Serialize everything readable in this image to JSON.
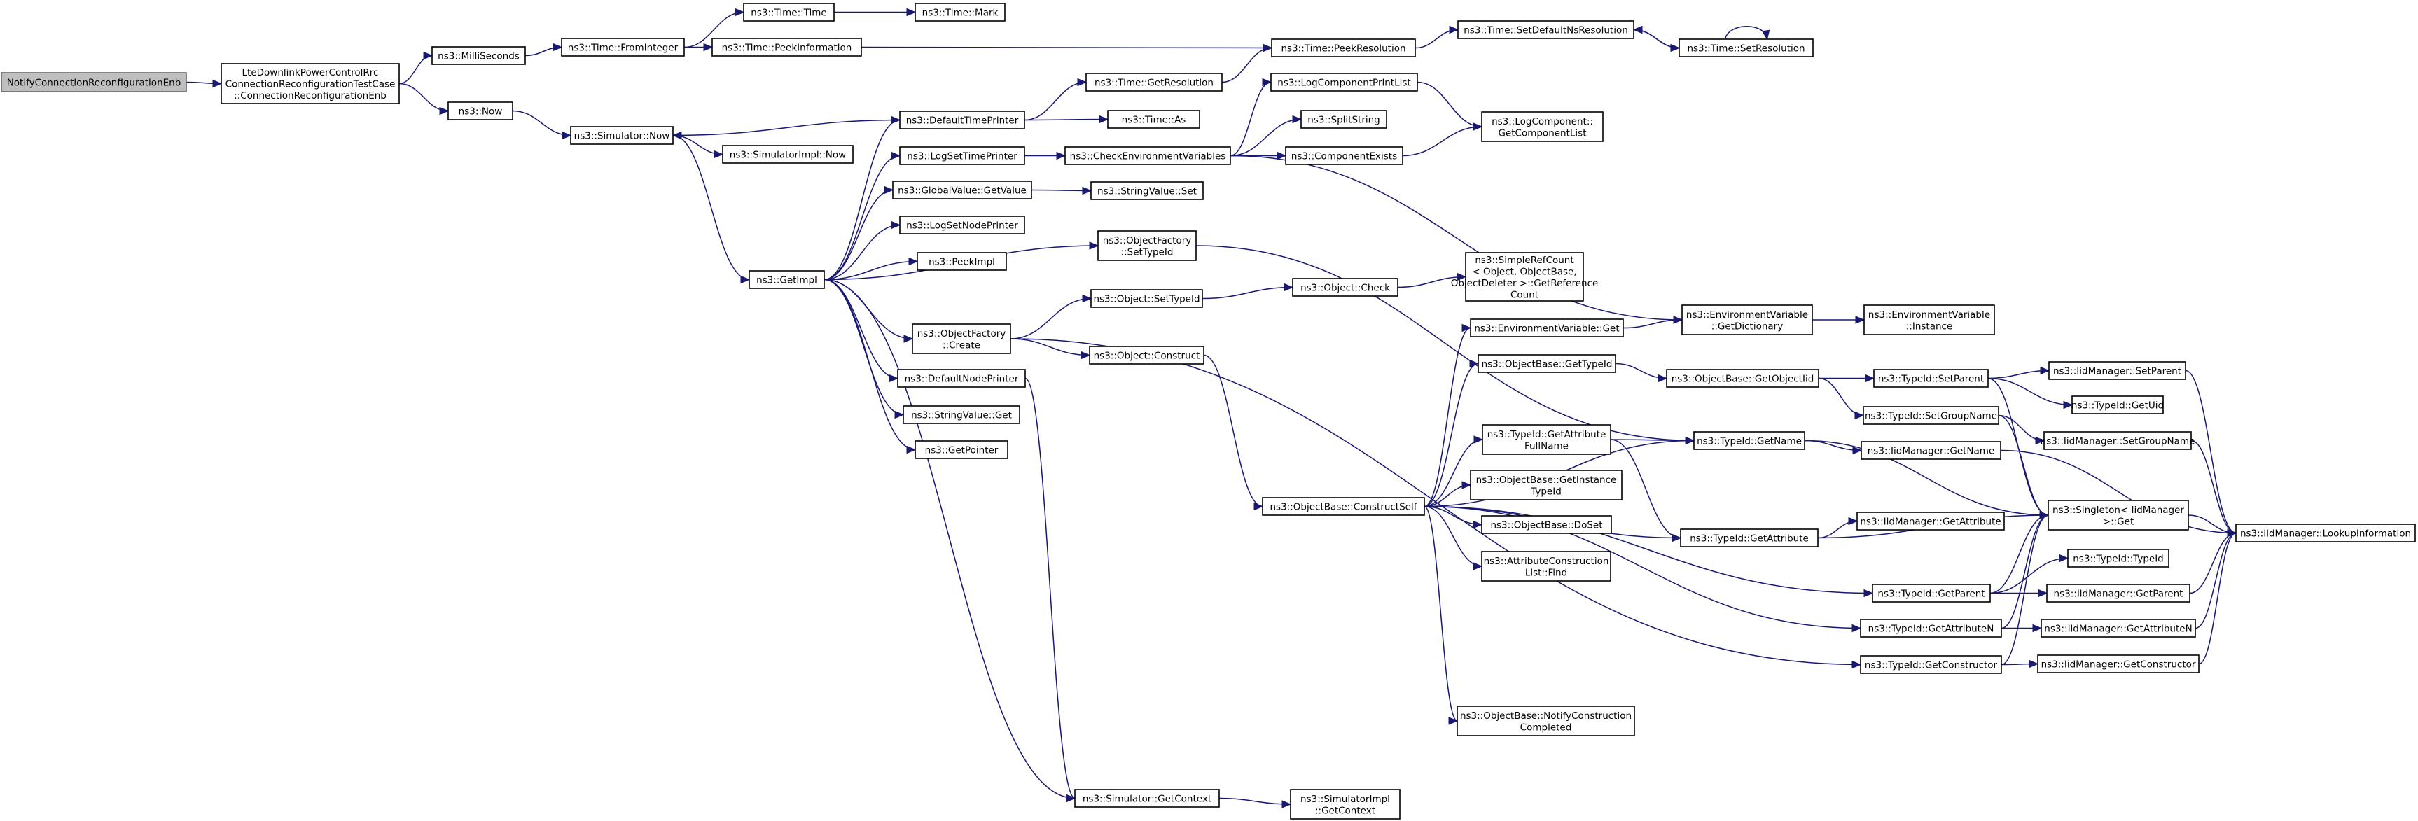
{
  "diagram": {
    "nodes": [
      {
        "id": "n0",
        "root": true,
        "lines": [
          "NotifyConnectionReconfigurationEnb"
        ]
      },
      {
        "id": "n1",
        "lines": [
          "LteDownlinkPowerControlRrc",
          "ConnectionReconfigurationTestCase",
          "::ConnectionReconfigurationEnb"
        ]
      },
      {
        "id": "n2",
        "lines": [
          "ns3::MilliSeconds"
        ]
      },
      {
        "id": "n3",
        "lines": [
          "ns3::Now"
        ]
      },
      {
        "id": "n4",
        "lines": [
          "ns3::Time::FromInteger"
        ]
      },
      {
        "id": "n5",
        "lines": [
          "ns3::Simulator::Now"
        ]
      },
      {
        "id": "n6",
        "lines": [
          "ns3::Time::Time"
        ]
      },
      {
        "id": "n7",
        "lines": [
          "ns3::Time::PeekInformation"
        ]
      },
      {
        "id": "n8",
        "lines": [
          "ns3::Time::Mark"
        ]
      },
      {
        "id": "n9",
        "lines": [
          "ns3::Time::PeekResolution"
        ]
      },
      {
        "id": "n10",
        "lines": [
          "ns3::Time::SetDefaultNsResolution"
        ]
      },
      {
        "id": "n11",
        "lines": [
          "ns3::Time::SetResolution"
        ]
      },
      {
        "id": "n12",
        "lines": [
          "ns3::GetImpl"
        ]
      },
      {
        "id": "n13",
        "lines": [
          "ns3::SimulatorImpl::Now"
        ]
      },
      {
        "id": "n14",
        "lines": [
          "ns3::DefaultTimePrinter"
        ]
      },
      {
        "id": "n15",
        "lines": [
          "ns3::LogSetTimePrinter"
        ]
      },
      {
        "id": "n16",
        "lines": [
          "ns3::GlobalValue::GetValue"
        ]
      },
      {
        "id": "n17",
        "lines": [
          "ns3::LogSetNodePrinter"
        ]
      },
      {
        "id": "n18",
        "lines": [
          "ns3::PeekImpl"
        ]
      },
      {
        "id": "n19",
        "lines": [
          "ns3::ObjectFactory",
          "::Create"
        ]
      },
      {
        "id": "n20",
        "lines": [
          "ns3::DefaultNodePrinter"
        ]
      },
      {
        "id": "n21",
        "lines": [
          "ns3::StringValue::Get"
        ]
      },
      {
        "id": "n22",
        "lines": [
          "ns3::GetPointer"
        ]
      },
      {
        "id": "n23",
        "lines": [
          "ns3::Simulator::GetContext"
        ]
      },
      {
        "id": "n24",
        "lines": [
          "ns3::Time::GetResolution"
        ]
      },
      {
        "id": "n25",
        "lines": [
          "ns3::Time::As"
        ]
      },
      {
        "id": "n26",
        "lines": [
          "ns3::CheckEnvironmentVariables"
        ]
      },
      {
        "id": "n27",
        "lines": [
          "ns3::StringValue::Set"
        ]
      },
      {
        "id": "n28",
        "lines": [
          "ns3::ObjectFactory",
          "::SetTypeId"
        ]
      },
      {
        "id": "n29",
        "lines": [
          "ns3::Object::SetTypeId"
        ]
      },
      {
        "id": "n30",
        "lines": [
          "ns3::Object::Construct"
        ]
      },
      {
        "id": "n31",
        "lines": [
          "ns3::SimulatorImpl",
          "::GetContext"
        ]
      },
      {
        "id": "n32",
        "lines": [
          "ns3::LogComponentPrintList"
        ]
      },
      {
        "id": "n33",
        "lines": [
          "ns3::SplitString"
        ]
      },
      {
        "id": "n34",
        "lines": [
          "ns3::ComponentExists"
        ]
      },
      {
        "id": "n35",
        "lines": [
          "ns3::LogComponent::",
          "GetComponentList"
        ]
      },
      {
        "id": "n36",
        "lines": [
          "ns3::Object::Check"
        ]
      },
      {
        "id": "n37",
        "lines": [
          "ns3::SimpleRefCount",
          "< Object, ObjectBase,",
          " ObjectDeleter >::GetReference",
          "Count"
        ]
      },
      {
        "id": "n38",
        "lines": [
          "ns3::ObjectBase::ConstructSelf"
        ]
      },
      {
        "id": "n39",
        "lines": [
          "ns3::EnvironmentVariable::Get"
        ]
      },
      {
        "id": "n40",
        "lines": [
          "ns3::ObjectBase::GetTypeId"
        ]
      },
      {
        "id": "n41",
        "lines": [
          "ns3::TypeId::GetAttribute",
          "FullName"
        ]
      },
      {
        "id": "n42",
        "lines": [
          "ns3::ObjectBase::GetInstance",
          "TypeId"
        ]
      },
      {
        "id": "n43",
        "lines": [
          "ns3::ObjectBase::DoSet"
        ]
      },
      {
        "id": "n44",
        "lines": [
          "ns3::AttributeConstruction",
          "List::Find"
        ]
      },
      {
        "id": "n45",
        "lines": [
          "ns3::ObjectBase::NotifyConstruction",
          "Completed"
        ]
      },
      {
        "id": "n46",
        "lines": [
          "ns3::EnvironmentVariable",
          "::GetDictionary"
        ]
      },
      {
        "id": "n47",
        "lines": [
          "ns3::ObjectBase::GetObjectIid"
        ]
      },
      {
        "id": "n48",
        "lines": [
          "ns3::TypeId::GetName"
        ]
      },
      {
        "id": "n49",
        "lines": [
          "ns3::TypeId::GetAttribute"
        ]
      },
      {
        "id": "n50",
        "lines": [
          "ns3::EnvironmentVariable",
          "::Instance"
        ]
      },
      {
        "id": "n51",
        "lines": [
          "ns3::TypeId::SetParent"
        ]
      },
      {
        "id": "n52",
        "lines": [
          "ns3::TypeId::SetGroupName"
        ]
      },
      {
        "id": "n53",
        "lines": [
          "ns3::IidManager::GetName"
        ]
      },
      {
        "id": "n54",
        "lines": [
          "ns3::IidManager::GetAttribute"
        ]
      },
      {
        "id": "n55",
        "lines": [
          "ns3::TypeId::GetParent"
        ]
      },
      {
        "id": "n56",
        "lines": [
          "ns3::TypeId::GetAttributeN"
        ]
      },
      {
        "id": "n57",
        "lines": [
          "ns3::TypeId::GetConstructor"
        ]
      },
      {
        "id": "n58",
        "lines": [
          "ns3::IidManager::SetParent"
        ]
      },
      {
        "id": "n59",
        "lines": [
          "ns3::TypeId::GetUid"
        ]
      },
      {
        "id": "n60",
        "lines": [
          "ns3::IidManager::SetGroupName"
        ]
      },
      {
        "id": "n61",
        "lines": [
          "ns3::Singleton< IidManager",
          " >::Get"
        ]
      },
      {
        "id": "n62",
        "lines": [
          "ns3::TypeId::TypeId"
        ]
      },
      {
        "id": "n63",
        "lines": [
          "ns3::IidManager::GetParent"
        ]
      },
      {
        "id": "n64",
        "lines": [
          "ns3::IidManager::GetAttributeN"
        ]
      },
      {
        "id": "n65",
        "lines": [
          "ns3::IidManager::GetConstructor"
        ]
      },
      {
        "id": "n66",
        "lines": [
          "ns3::IidManager::LookupInformation"
        ]
      }
    ],
    "edges": [
      [
        "n0",
        "n1"
      ],
      [
        "n1",
        "n2"
      ],
      [
        "n1",
        "n3"
      ],
      [
        "n2",
        "n4"
      ],
      [
        "n3",
        "n5"
      ],
      [
        "n4",
        "n6"
      ],
      [
        "n4",
        "n7"
      ],
      [
        "n6",
        "n8"
      ],
      [
        "n7",
        "n9"
      ],
      [
        "n9",
        "n10"
      ],
      [
        "n10",
        "n11"
      ],
      [
        "n11",
        "n10"
      ],
      [
        "n11",
        "n11"
      ],
      [
        "n5",
        "n12"
      ],
      [
        "n5",
        "n13"
      ],
      [
        "n14",
        "n5"
      ],
      [
        "n12",
        "n14"
      ],
      [
        "n12",
        "n15"
      ],
      [
        "n12",
        "n16"
      ],
      [
        "n12",
        "n17"
      ],
      [
        "n12",
        "n18"
      ],
      [
        "n12",
        "n28"
      ],
      [
        "n12",
        "n19"
      ],
      [
        "n12",
        "n20"
      ],
      [
        "n12",
        "n21"
      ],
      [
        "n12",
        "n22"
      ],
      [
        "n12",
        "n23"
      ],
      [
        "n14",
        "n24"
      ],
      [
        "n14",
        "n25"
      ],
      [
        "n24",
        "n9"
      ],
      [
        "n15",
        "n26"
      ],
      [
        "n16",
        "n27"
      ],
      [
        "n26",
        "n32"
      ],
      [
        "n26",
        "n33"
      ],
      [
        "n26",
        "n34"
      ],
      [
        "n26",
        "n46"
      ],
      [
        "n32",
        "n35"
      ],
      [
        "n34",
        "n35"
      ],
      [
        "n28",
        "n48"
      ],
      [
        "n19",
        "n29"
      ],
      [
        "n19",
        "n30"
      ],
      [
        "n19",
        "n57"
      ],
      [
        "n20",
        "n23"
      ],
      [
        "n23",
        "n31"
      ],
      [
        "n29",
        "n36"
      ],
      [
        "n36",
        "n37"
      ],
      [
        "n30",
        "n38"
      ],
      [
        "n38",
        "n39"
      ],
      [
        "n38",
        "n40"
      ],
      [
        "n38",
        "n41"
      ],
      [
        "n38",
        "n42"
      ],
      [
        "n38",
        "n43"
      ],
      [
        "n38",
        "n44"
      ],
      [
        "n38",
        "n45"
      ],
      [
        "n38",
        "n48"
      ],
      [
        "n38",
        "n49"
      ],
      [
        "n38",
        "n55"
      ],
      [
        "n38",
        "n56"
      ],
      [
        "n39",
        "n46"
      ],
      [
        "n46",
        "n50"
      ],
      [
        "n40",
        "n47"
      ],
      [
        "n47",
        "n51"
      ],
      [
        "n47",
        "n52"
      ],
      [
        "n41",
        "n48"
      ],
      [
        "n41",
        "n49"
      ],
      [
        "n48",
        "n53"
      ],
      [
        "n48",
        "n61"
      ],
      [
        "n49",
        "n54"
      ],
      [
        "n49",
        "n61"
      ],
      [
        "n51",
        "n58"
      ],
      [
        "n51",
        "n59"
      ],
      [
        "n51",
        "n61"
      ],
      [
        "n52",
        "n60"
      ],
      [
        "n52",
        "n61"
      ],
      [
        "n53",
        "n66"
      ],
      [
        "n58",
        "n66"
      ],
      [
        "n60",
        "n66"
      ],
      [
        "n55",
        "n62"
      ],
      [
        "n55",
        "n63"
      ],
      [
        "n55",
        "n61"
      ],
      [
        "n56",
        "n64"
      ],
      [
        "n56",
        "n61"
      ],
      [
        "n57",
        "n65"
      ],
      [
        "n57",
        "n61"
      ],
      [
        "n61",
        "n66"
      ],
      [
        "n63",
        "n66"
      ],
      [
        "n64",
        "n66"
      ],
      [
        "n65",
        "n66"
      ]
    ]
  }
}
